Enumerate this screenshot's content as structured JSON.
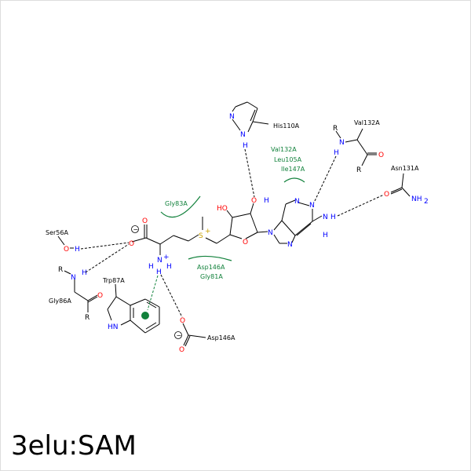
{
  "title": "3elu:SAM",
  "colors": {
    "hydrophobic": "#11813b",
    "nitrogen": "#0000ff",
    "oxygen": "#ff0000",
    "sulfur": "#c8a000",
    "bond": "#000000"
  },
  "residues": {
    "his110": "His110A",
    "val132_top": "Val132A",
    "asn131": "Asn131A",
    "ser56": "Ser56A",
    "gly86": "Gly86A",
    "trp87": "Trp87A",
    "asp146_bottom": "Asp146A"
  },
  "hydrophobic_contacts": {
    "top_right": [
      "Val132A",
      "Leu105A",
      "Ile147A"
    ],
    "gly83": "Gly83A",
    "bottom": [
      "Asp146A",
      "Gly81A"
    ]
  },
  "atoms": {
    "N": "N",
    "O": "O",
    "H": "H",
    "S": "S",
    "R": "R",
    "HN": "HN",
    "NH2": "NH",
    "sub2": "2",
    "HO": "HO",
    "OH": "OH",
    "plus": "+",
    "minus": "−"
  }
}
